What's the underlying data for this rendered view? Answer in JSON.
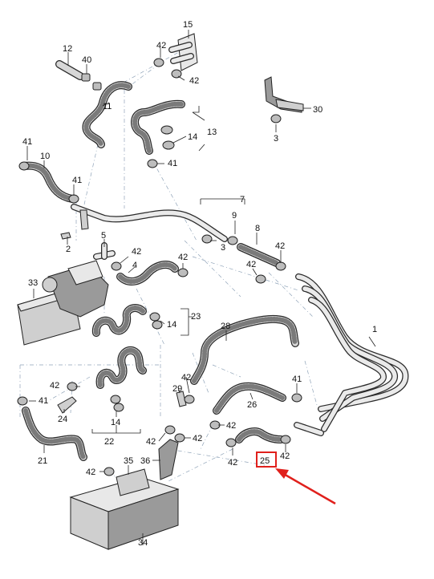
{
  "diagram": {
    "parts": [
      {
        "id": "p1",
        "label": "1"
      },
      {
        "id": "p2",
        "label": "2"
      },
      {
        "id": "p3a",
        "label": "3"
      },
      {
        "id": "p3b",
        "label": "3"
      },
      {
        "id": "p4",
        "label": "4"
      },
      {
        "id": "p5",
        "label": "5"
      },
      {
        "id": "p7",
        "label": "7"
      },
      {
        "id": "p8",
        "label": "8"
      },
      {
        "id": "p9",
        "label": "9"
      },
      {
        "id": "p10",
        "label": "10"
      },
      {
        "id": "p11",
        "label": "11"
      },
      {
        "id": "p12",
        "label": "12"
      },
      {
        "id": "p13",
        "label": "13"
      },
      {
        "id": "p14a",
        "label": "14"
      },
      {
        "id": "p14b",
        "label": "14"
      },
      {
        "id": "p14c",
        "label": "14"
      },
      {
        "id": "p15",
        "label": "15"
      },
      {
        "id": "p21",
        "label": "21"
      },
      {
        "id": "p22",
        "label": "22"
      },
      {
        "id": "p23",
        "label": "23"
      },
      {
        "id": "p24",
        "label": "24"
      },
      {
        "id": "p25",
        "label": "25"
      },
      {
        "id": "p26",
        "label": "26"
      },
      {
        "id": "p28",
        "label": "28"
      },
      {
        "id": "p29",
        "label": "29"
      },
      {
        "id": "p30",
        "label": "30"
      },
      {
        "id": "p33",
        "label": "33"
      },
      {
        "id": "p34",
        "label": "34"
      },
      {
        "id": "p35",
        "label": "35"
      },
      {
        "id": "p36",
        "label": "36"
      },
      {
        "id": "p40",
        "label": "40"
      },
      {
        "id": "c41a",
        "label": "41"
      },
      {
        "id": "c41b",
        "label": "41"
      },
      {
        "id": "c41c",
        "label": "41"
      },
      {
        "id": "c41d",
        "label": "41"
      },
      {
        "id": "c41e",
        "label": "41"
      },
      {
        "id": "c42a",
        "label": "42"
      },
      {
        "id": "c42b",
        "label": "42"
      },
      {
        "id": "c42c",
        "label": "42"
      },
      {
        "id": "c42d",
        "label": "42"
      },
      {
        "id": "c42e",
        "label": "42"
      },
      {
        "id": "c42f",
        "label": "42"
      },
      {
        "id": "c42g",
        "label": "42"
      },
      {
        "id": "c42h",
        "label": "42"
      },
      {
        "id": "c42i",
        "label": "42"
      },
      {
        "id": "c42j",
        "label": "42"
      },
      {
        "id": "c42k",
        "label": "42"
      },
      {
        "id": "c42l",
        "label": "42"
      },
      {
        "id": "c42m",
        "label": "42"
      },
      {
        "id": "c42n",
        "label": "42"
      }
    ],
    "highlight": {
      "target": "p25",
      "color": "#e0201c"
    },
    "colors": {
      "ink": "#222222",
      "guide": "#8fa3b8",
      "hose": "#d7d7d7",
      "highlight": "#e0201c"
    }
  }
}
